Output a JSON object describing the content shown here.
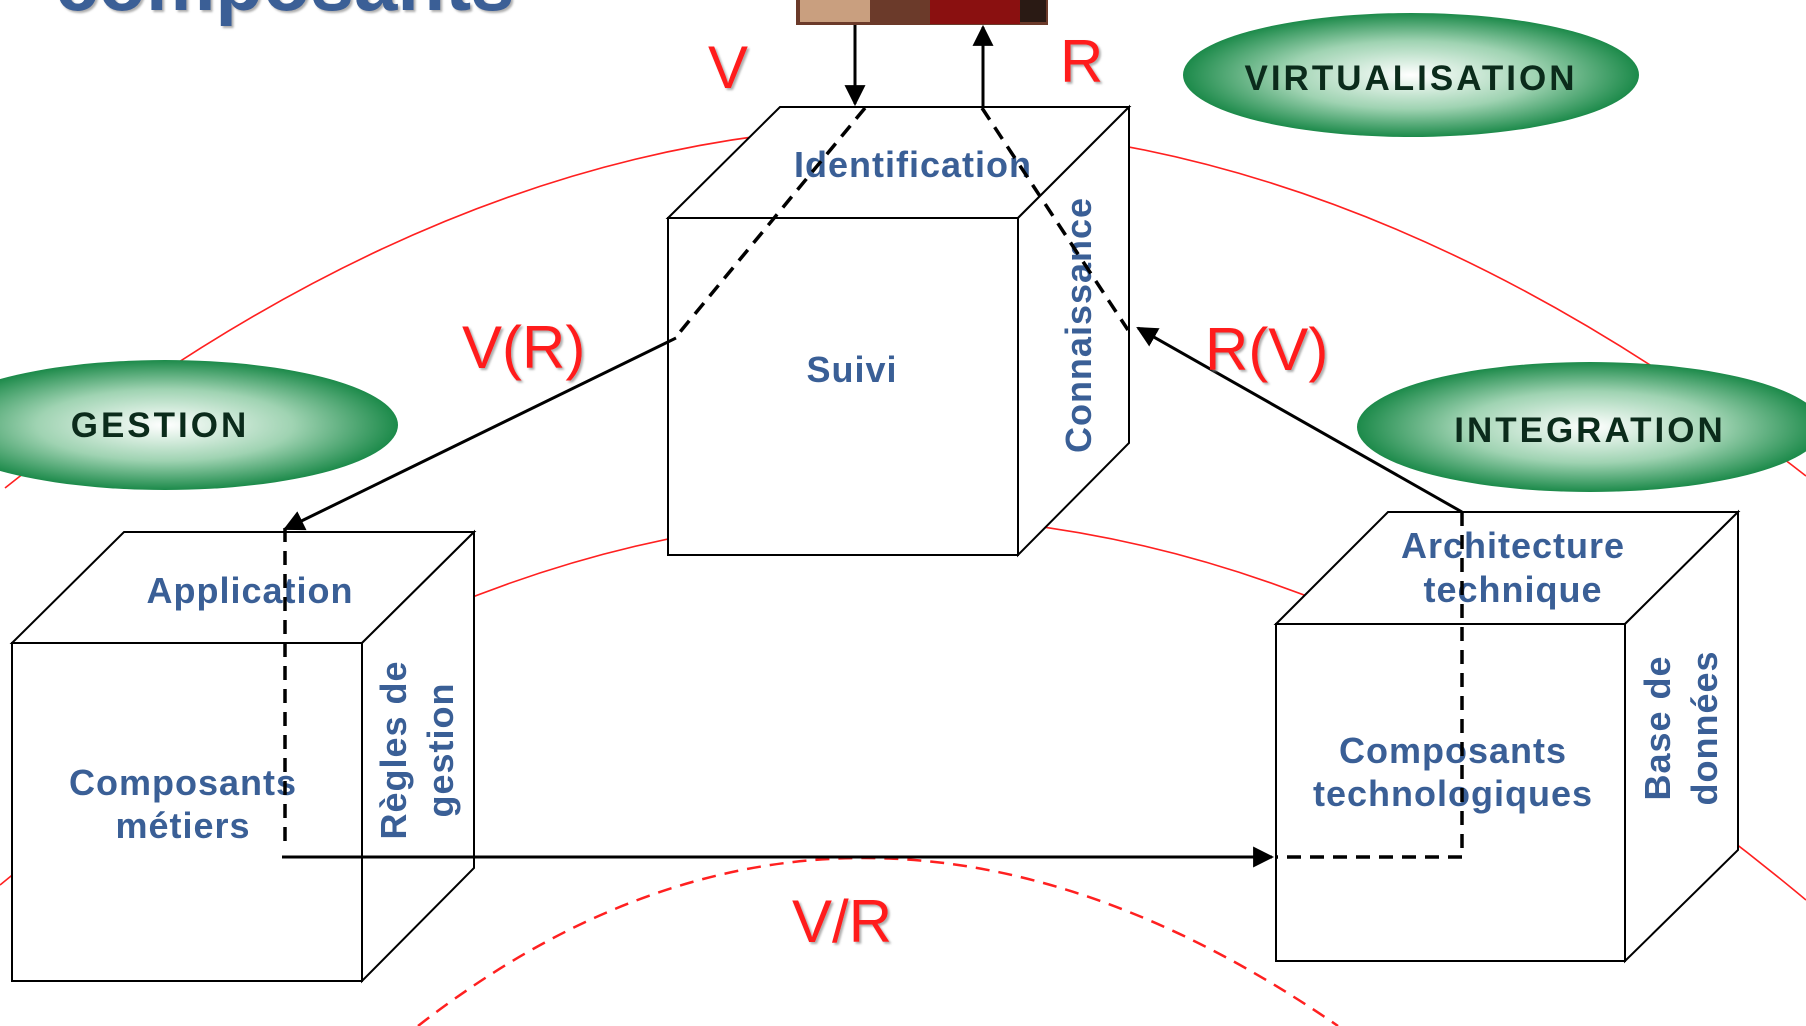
{
  "title_fragment": "composants",
  "arrows": {
    "v": "V",
    "r": "R",
    "v_r": "V(R)",
    "r_v": "R(V)",
    "v_slash_r": "V/R"
  },
  "domains": {
    "virtualisation": "VIRTUALISATION",
    "gestion": "GESTION",
    "integration": "INTEGRATION"
  },
  "cube_top": {
    "top_face": "Identification",
    "front_face": "Suivi",
    "side_face": "Connaissance"
  },
  "cube_left": {
    "top_face": "Application",
    "front_face_line1": "Composants",
    "front_face_line2": "métiers",
    "side_face_line1": "Règles de",
    "side_face_line2": "gestion"
  },
  "cube_right": {
    "top_face_line1": "Architecture",
    "top_face_line2": "technique",
    "front_face_line1": "Composants",
    "front_face_line2": "technologiques",
    "side_face_line1": "Base de",
    "side_face_line2": "données"
  },
  "colors": {
    "text_blue": "#3a5f96",
    "arc_red": "#ff2020",
    "ellipse_green": "#1f8a4c"
  }
}
